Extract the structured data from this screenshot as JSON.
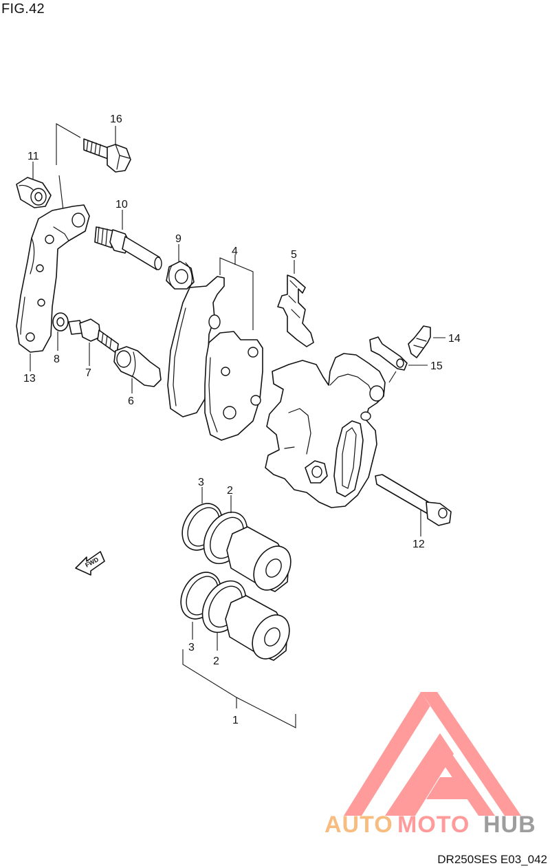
{
  "figure": {
    "title": "FIG.42",
    "code": "DR250SES E03_042"
  },
  "callouts": [
    {
      "part": "1",
      "label": "1"
    },
    {
      "part": "2a",
      "label": "2"
    },
    {
      "part": "2b",
      "label": "2"
    },
    {
      "part": "3a",
      "label": "3"
    },
    {
      "part": "3b",
      "label": "3"
    },
    {
      "part": "4",
      "label": "4"
    },
    {
      "part": "5",
      "label": "5"
    },
    {
      "part": "6",
      "label": "6"
    },
    {
      "part": "7",
      "label": "7"
    },
    {
      "part": "8",
      "label": "8"
    },
    {
      "part": "9",
      "label": "9"
    },
    {
      "part": "10",
      "label": "10"
    },
    {
      "part": "11",
      "label": "11"
    },
    {
      "part": "12",
      "label": "12"
    },
    {
      "part": "13",
      "label": "13"
    },
    {
      "part": "14",
      "label": "14"
    },
    {
      "part": "15",
      "label": "15"
    },
    {
      "part": "16",
      "label": "16"
    }
  ],
  "fwd_arrow": {
    "label": "FWD"
  },
  "watermark": {
    "word_a": "AUTO",
    "word_b": "MOTO",
    "word_c": "HUB",
    "color_a": "#f6b26b",
    "color_b": "#ff8a8a",
    "color_c": "#8c8c8c",
    "logo_color": "#ff8a8a"
  }
}
